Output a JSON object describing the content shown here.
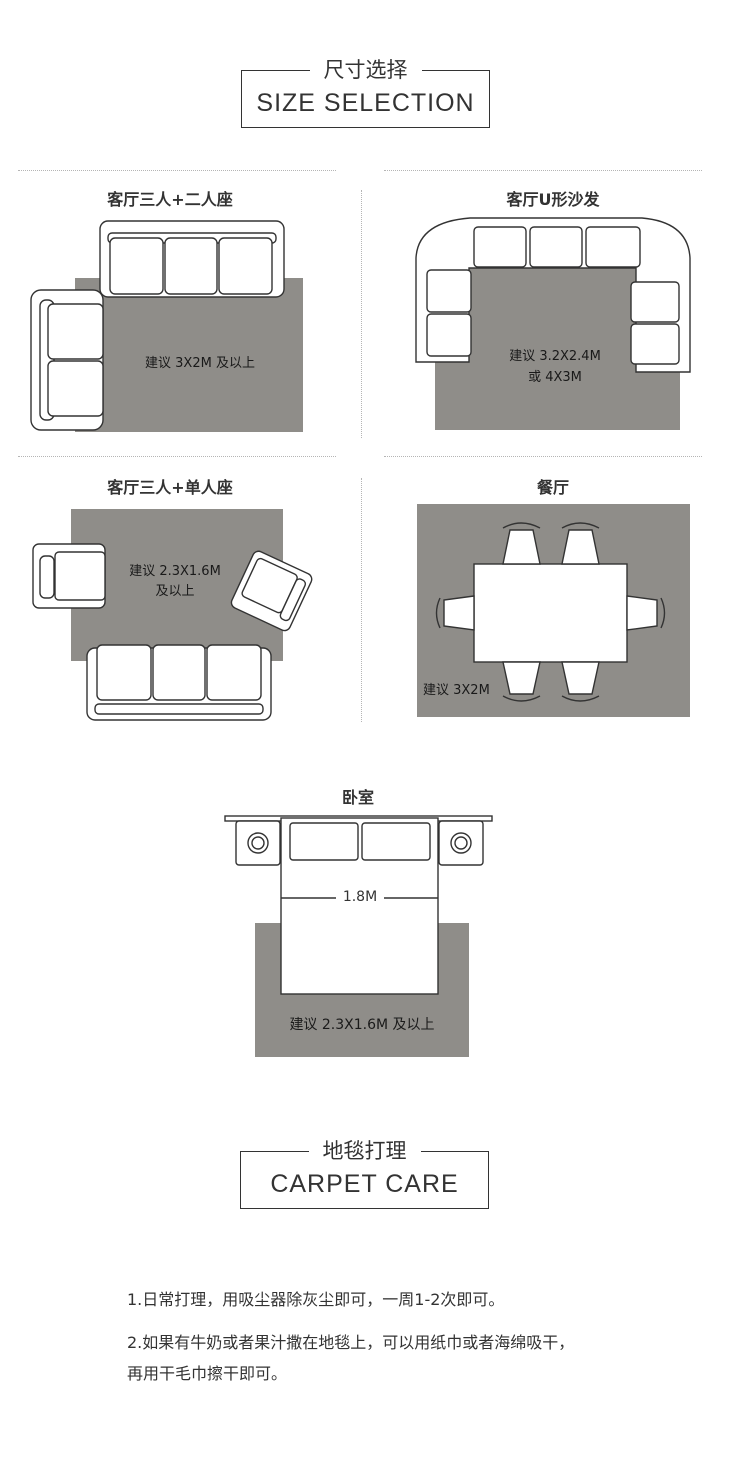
{
  "size_section": {
    "title_zh": "尺寸选择",
    "title_en": "SIZE SELECTION"
  },
  "layouts": {
    "living_3_2": {
      "title": "客厅三人+二人座",
      "note": "建议 3X2M 及以上"
    },
    "living_u": {
      "title": "客厅U形沙发",
      "note_line1": "建议 3.2X2.4M",
      "note_line2": "或 4X3M"
    },
    "living_3_1": {
      "title": "客厅三人+单人座",
      "note_line1": "建议 2.3X1.6M",
      "note_line2": "及以上"
    },
    "dining": {
      "title": "餐厅",
      "note": "建议 3X2M"
    },
    "bedroom": {
      "title": "卧室",
      "width_label": "1.8M",
      "note": "建议 2.3X1.6M 及以上"
    }
  },
  "care_section": {
    "title_zh": "地毯打理",
    "title_en": "CARPET CARE",
    "tip1": "1.日常打理，用吸尘器除灰尘即可，一周1-2次即可。",
    "tip2_line1": "2.如果有牛奶或者果汁撒在地毯上，可以用纸巾或者海绵吸干，",
    "tip2_line2": "再用干毛巾擦干即可。"
  },
  "colors": {
    "rug": "#8f8d89",
    "line": "#333333",
    "furniture": "#ffffff"
  }
}
